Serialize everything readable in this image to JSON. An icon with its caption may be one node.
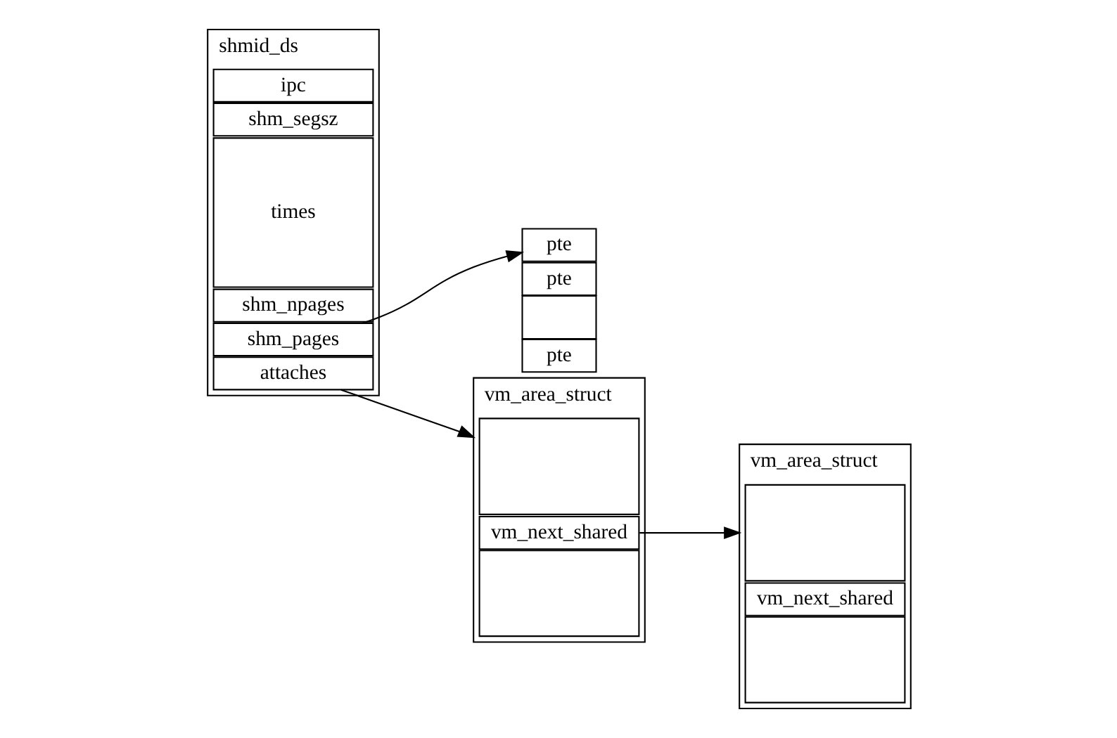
{
  "diagram": {
    "nodes": [
      {
        "text": [
          "shmid_ds"
        ]
      },
      {
        "text": [
          "ipc"
        ],
        "in": 0
      },
      {
        "text": [
          "shm_segsz"
        ],
        "in": 0
      },
      {
        "text": [
          "times"
        ],
        "in": 0
      },
      {
        "text": [
          "shm_npages"
        ],
        "in": 0
      },
      {
        "text": [
          "shm_pages"
        ],
        "in": 0
      },
      {
        "text": [
          "attaches"
        ],
        "in": 0
      },
      {
        "text": [
          "pte"
        ]
      },
      {
        "text": [
          "pte"
        ]
      },
      {
        "text": [],
        "shape": "box"
      },
      {
        "text": [
          "pte"
        ]
      },
      {
        "text": [
          "vm_area_struct"
        ]
      },
      {
        "text": [],
        "shape": "box",
        "in": 11
      },
      {
        "text": [
          "vm_next_shared"
        ],
        "in": 11
      },
      {
        "text": [],
        "shape": "box",
        "in": 11
      },
      {
        "text": [
          "vm_area_struct"
        ]
      },
      {
        "text": [],
        "shape": "box",
        "in": 15
      },
      {
        "text": [
          "vm_next_shared"
        ],
        "in": 15
      },
      {
        "text": [],
        "shape": "box",
        "in": 15
      }
    ],
    "edges": [
      {
        "from": 5,
        "to": 7,
        "arrow": "to"
      },
      {
        "from": 6,
        "to": 11,
        "arrow": "to"
      },
      {
        "from": 13,
        "to": 15,
        "arrow": "to"
      }
    ]
  }
}
